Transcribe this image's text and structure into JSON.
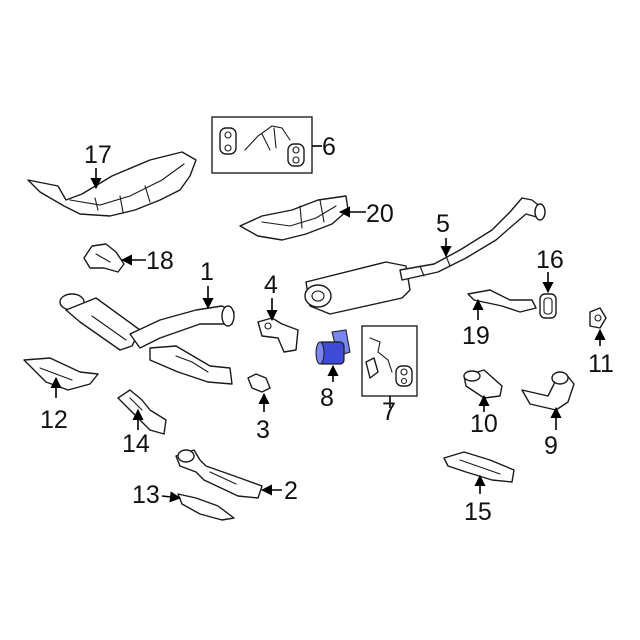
{
  "callouts": {
    "c1": "1",
    "c2": "2",
    "c3": "3",
    "c4": "4",
    "c5": "5",
    "c6": "6",
    "c7": "7",
    "c8": "8",
    "c9": "9",
    "c10": "10",
    "c11": "11",
    "c12": "12",
    "c13": "13",
    "c14": "14",
    "c15": "15",
    "c16": "16",
    "c17": "17",
    "c18": "18",
    "c19": "19",
    "c20": "20"
  },
  "highlighted_part": "8",
  "colors": {
    "highlight": "#3d4bd6",
    "line": "#1a1a1a",
    "background": "#ffffff"
  }
}
